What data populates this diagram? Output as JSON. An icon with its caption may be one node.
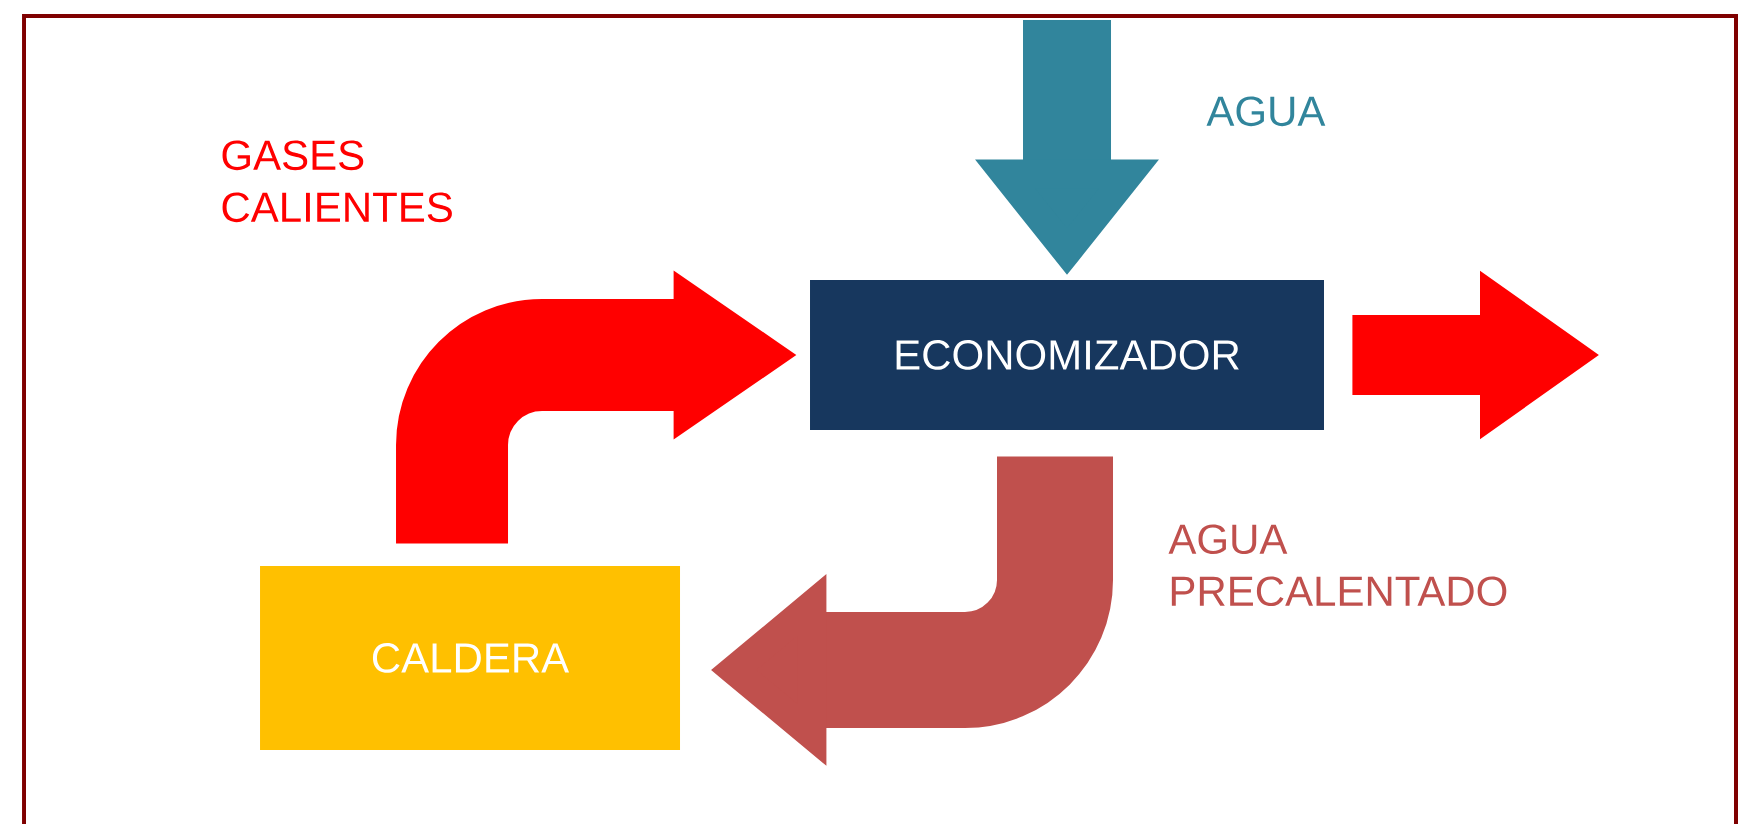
{
  "diagram": {
    "nodes": [
      {
        "text": [
          "ECONOMIZADOR"
        ]
      },
      {
        "text": [
          "CALDERA"
        ]
      }
    ],
    "edges": [
      {
        "from": null,
        "to": 0,
        "arrow": "to",
        "label": "AGUA",
        "color": "#31859c"
      },
      {
        "from": 1,
        "to": 0,
        "arrow": "to",
        "label": "GASES CALIENTES",
        "color": "#ff0000"
      },
      {
        "from": 0,
        "to": 1,
        "arrow": "to",
        "label": "AGUA PRECALENTADO",
        "color": "#c0504d"
      },
      {
        "from": 0,
        "to": null,
        "arrow": "to",
        "color": "#ff0000"
      }
    ]
  }
}
